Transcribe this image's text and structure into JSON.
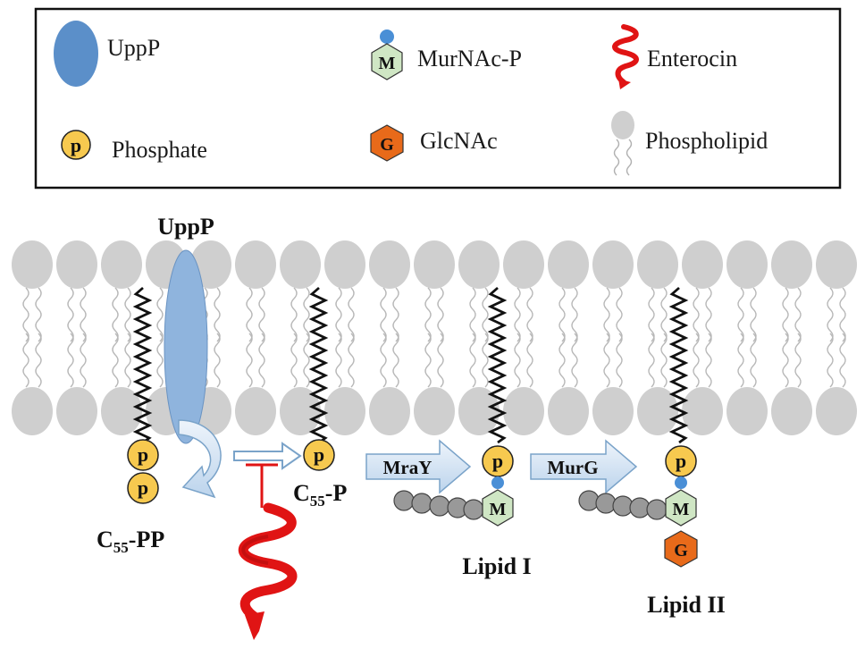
{
  "legend": {
    "uppp": "UppP",
    "phosphate": "Phosphate",
    "murnac": "MurNAc-P",
    "glcnac": "GlcNAc",
    "enterocin": "Enterocin",
    "phospholipid": "Phospholipid"
  },
  "symbols": {
    "phosphate": "p",
    "murnac": "M",
    "glcnac": "G"
  },
  "labels": {
    "uppp": "UppP",
    "c55pp_main": "C",
    "c55pp_sub": "55",
    "c55pp_suffix": "-PP",
    "c55p_main": "C",
    "c55p_sub": "55",
    "c55p_suffix": "-P",
    "lipid1": "Lipid I",
    "lipid2": "Lipid II"
  },
  "arrows": {
    "mray": "MraY",
    "murg": "MurG"
  },
  "colors": {
    "uppp": "#8fb4dd",
    "uppp_legend": "#5b8fc9",
    "phosphate": "#f7c94f",
    "murnac": "#cfe6c4",
    "glcnac": "#e86a1a",
    "enterocin": "#e01414",
    "phospholipid_head": "#cfcfcf",
    "blue_dot": "#4a8fd6",
    "arrow_fill": "#d6e6f4",
    "arrow_stroke": "#7aa3c9",
    "chain_bead": "#999999"
  }
}
